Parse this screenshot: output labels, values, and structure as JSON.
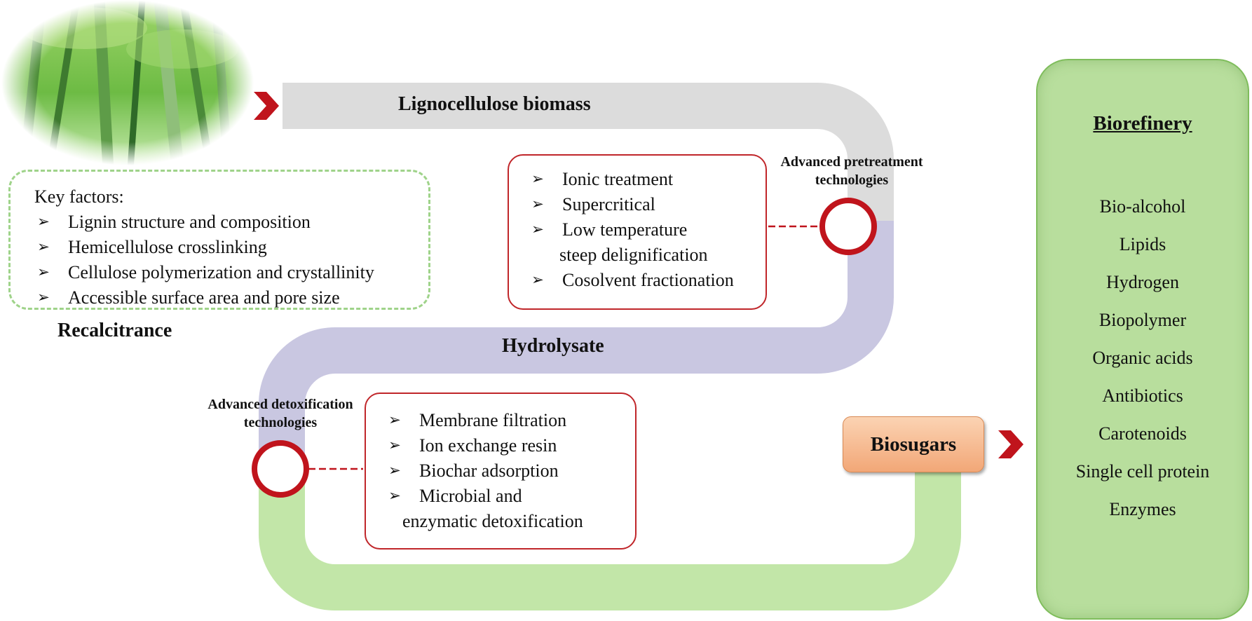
{
  "figure": {
    "key_factors": {
      "title": "Key factors:",
      "items": [
        "Lignin structure and composition",
        "Hemicellulose crosslinking",
        "Cellulose polymerization and crystallinity",
        "Accessible surface area and pore size"
      ]
    },
    "recalcitrance_label": "Recalcitrance",
    "lignocellulose_label": "Lignocellulose biomass",
    "hydrolysate_label": "Hydrolysate",
    "pretreatment": {
      "label_line1": "Advanced pretreatment",
      "label_line2": "technologies",
      "items": [
        {
          "text": "Ionic treatment",
          "cont": ""
        },
        {
          "text": "Supercritical",
          "cont": ""
        },
        {
          "text": "Low temperature",
          "cont": "steep delignification"
        },
        {
          "text": "Cosolvent fractionation",
          "cont": ""
        }
      ]
    },
    "detoxification": {
      "label_line1": "Advanced detoxification",
      "label_line2": "technologies",
      "items": [
        {
          "text": "Membrane filtration",
          "cont": ""
        },
        {
          "text": "Ion exchange resin",
          "cont": ""
        },
        {
          "text": "Biochar adsorption",
          "cont": ""
        },
        {
          "text": "Microbial and",
          "cont": "enzymatic detoxification"
        }
      ]
    },
    "biosugars_label": "Biosugars",
    "biorefinery": {
      "title": "Biorefinery",
      "products": [
        "Bio-alcohol",
        "Lipids",
        "Hydrogen",
        "Biopolymer",
        "Organic acids",
        "Antibiotics",
        "Carotenoids",
        "Single cell protein",
        "Enzymes"
      ]
    },
    "colors": {
      "gray_band": "#dcdcdc",
      "purple_band": "#c9c7e1",
      "green_band": "#c2e6a8",
      "red_accent": "#c0141c",
      "panel_green": "#b8de9d",
      "dashed_green": "#9fd38a",
      "biosugars_orange": "#f2a777"
    },
    "icons": [
      "bamboo-photo",
      "chevron-right-icon",
      "stage-node-icon"
    ]
  }
}
